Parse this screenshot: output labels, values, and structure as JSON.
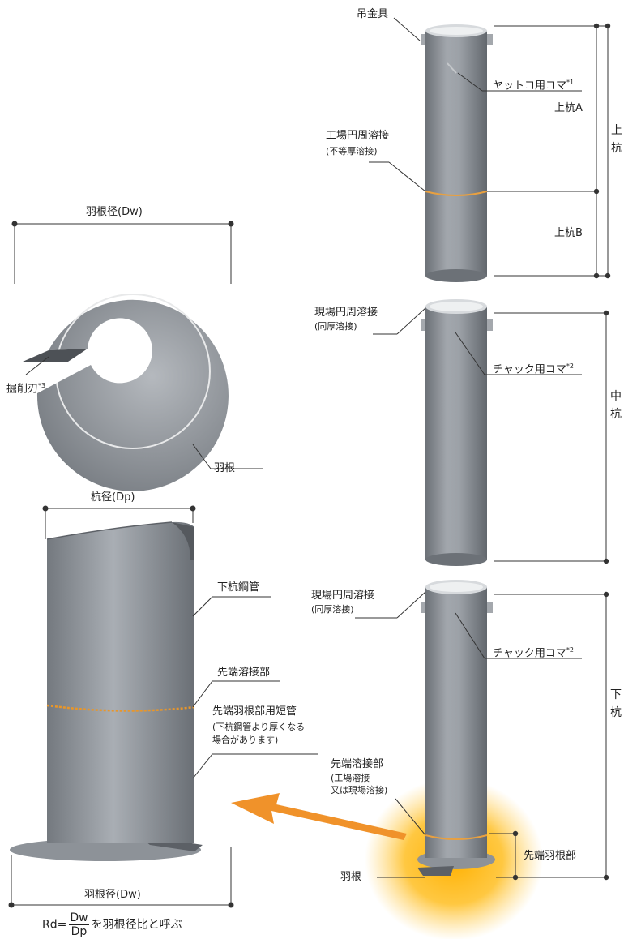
{
  "upper_pile": {
    "hanging_fitting": "吊金具",
    "yattoko_koma": "ヤットコ用コマ",
    "yattoko_note": "*1",
    "factory_weld": "工場円周溶接",
    "factory_weld_note": "(不等厚溶接)",
    "section_a": "上杭A",
    "section_b": "上杭B",
    "vertical_label": [
      "上",
      "杭"
    ]
  },
  "middle_pile": {
    "site_weld": "現場円周溶接",
    "site_weld_note": "(同厚溶接)",
    "chuck_koma": "チャック用コマ",
    "chuck_note": "*2",
    "vertical_label": [
      "中",
      "杭"
    ]
  },
  "lower_pile": {
    "site_weld": "現場円周溶接",
    "site_weld_note": "(同厚溶接)",
    "chuck_koma": "チャック用コマ",
    "chuck_note": "*2",
    "tip_weld": "先端溶接部",
    "tip_weld_note1": "(工場溶接",
    "tip_weld_note2": "又は現場溶接)",
    "blade": "羽根",
    "tip_blade_part": "先端羽根部",
    "vertical_label": [
      "下",
      "杭"
    ]
  },
  "blade_plan": {
    "diameter_label": "羽根径(Dw)",
    "cutting_edge": "掘削刃",
    "cutting_edge_note": "*3",
    "blade": "羽根"
  },
  "detail": {
    "pile_diameter": "杭径(Dp)",
    "lower_steel_pipe": "下杭鋼管",
    "tip_weld": "先端溶接部",
    "short_pipe": "先端羽根部用短管",
    "short_pipe_note1": "(下杭鋼管より厚くなる",
    "short_pipe_note2": "場合があります)",
    "blade_diameter": "羽根径(Dw)"
  },
  "formula": {
    "prefix": "Rd=",
    "numerator": "Dw",
    "denominator": "Dp",
    "suffix": "を羽根径比と呼ぶ"
  },
  "colors": {
    "pipe": "#8e9399",
    "pipe_dark": "#6f747a",
    "pipe_light": "#b9bdc2",
    "weld": "#e8a040",
    "arrow": "#f0922a",
    "glow": "#ffb400"
  }
}
